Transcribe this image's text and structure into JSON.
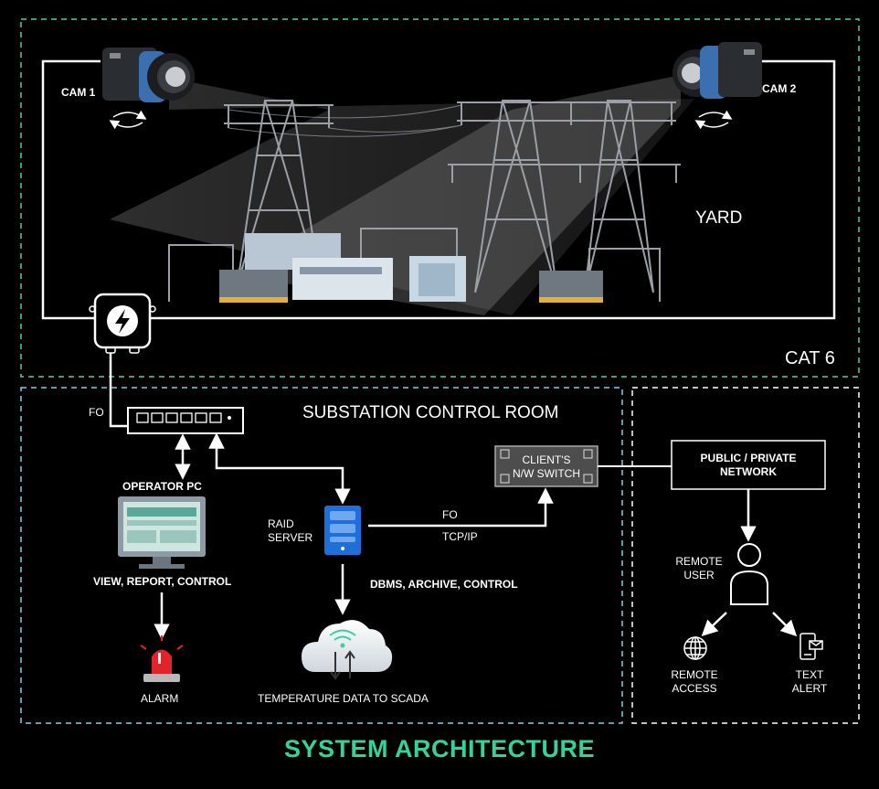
{
  "colors": {
    "background": "#000000",
    "accent_green": "#35d39a",
    "dash_green": "#4fd1a5",
    "dash_cyan": "#7fd3e8",
    "dash_white": "#ffffff",
    "server_blue": "#1e6fd9",
    "alarm_red": "#e0242a"
  },
  "icons": [
    "camera-icon",
    "power-junction-icon",
    "network-switch-icon",
    "monitor-icon",
    "server-icon",
    "cloud-icon",
    "alarm-siren-icon",
    "user-icon",
    "globe-icon",
    "mobile-message-icon"
  ],
  "yard": {
    "cam1_label": "CAM 1",
    "cam2_label": "CAM 2",
    "yard_label": "YARD",
    "cable_label": "CAT 6"
  },
  "control_room": {
    "title": "SUBSTATION CONTROL ROOM",
    "fo_label": "FO",
    "operator_pc_label": "OPERATOR PC",
    "operator_functions": "VIEW, REPORT, CONTROL",
    "alarm_label": "ALARM",
    "raid_server_line1": "RAID",
    "raid_server_line2": "SERVER",
    "fo_link_label": "FO",
    "tcpip_label": "TCP/IP",
    "dbms_label": "DBMS, ARCHIVE, CONTROL",
    "scada_label": "TEMPERATURE DATA TO SCADA",
    "client_switch_line1": "CLIENT'S",
    "client_switch_line2": "N/W SWITCH"
  },
  "network": {
    "network_line1": "PUBLIC / PRIVATE",
    "network_line2": "NETWORK",
    "remote_user_line1": "REMOTE",
    "remote_user_line2": "USER",
    "remote_access_line1": "REMOTE",
    "remote_access_line2": "ACCESS",
    "text_alert_line1": "TEXT",
    "text_alert_line2": "ALERT"
  },
  "footer": {
    "title": "SYSTEM ARCHITECTURE"
  }
}
